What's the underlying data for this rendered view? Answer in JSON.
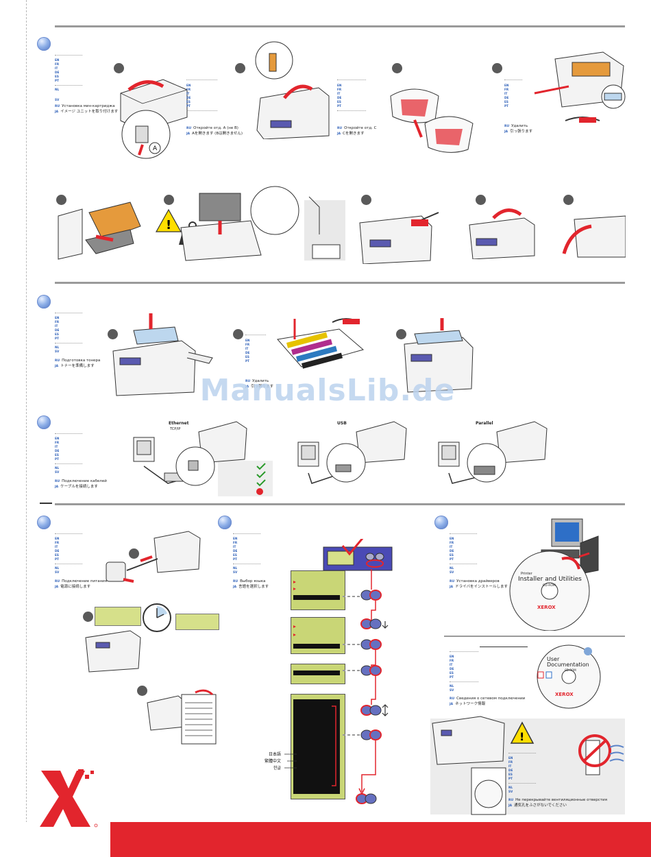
{
  "watermark": "ManualsLib.de",
  "logo": {
    "name": "Xerox X logo",
    "color": "#e2252d"
  },
  "colors": {
    "accent_red": "#e2252d",
    "rule_gray": "#9a9a9a",
    "lang_blue": "#2d5fb8",
    "lcd_green": "#d6e08a"
  },
  "lang_codes_short": [
    "EN",
    "FR",
    "IT",
    "DE",
    "ES",
    "PT"
  ],
  "lang_codes_mid": [
    "NL",
    "SV"
  ],
  "lang_codes_ru_ja": [
    "RU",
    "JA"
  ],
  "steps": {
    "install_cartridge": {
      "ru": "Установка мин-картриджа",
      "ja": "イメージ ユニットを取り付けます"
    },
    "open_a": {
      "ru": "Откройте отд. A (не B)",
      "ja": "Aを開きます (Bは開きません)"
    },
    "open_c": {
      "ru": "Откройте отд. C",
      "ja": "Cを開きます"
    },
    "remove": {
      "ru": "Удалить",
      "ja": "引っ張ります"
    },
    "load_toner": {
      "ru": "Подготовка тонера",
      "ja": "トナーを準備します"
    },
    "remove_tape": {
      "ru": "Удалить",
      "ja": "引っ張ります"
    },
    "connect_cable": {
      "ru": "Подключение кабелей",
      "ja": "ケーブルを接続します"
    },
    "connect_power": {
      "ru": "Подключение питания",
      "ja": "電源に接続します"
    },
    "select_language": {
      "ru": "Выбор языка",
      "ja": "言語を選択します"
    },
    "install_drivers": {
      "ru": "Установка драйверов",
      "ja": "ドライバをインストールします"
    },
    "network_info": {
      "ru": "Сведения о сетевом подключении",
      "ja": "ネットワーク情報"
    },
    "ventilation": {
      "ru": "Не перекрывайте вентиляционные отверстия",
      "ja": "通気孔をふさがないでください"
    }
  },
  "connections": {
    "ethernet": "Ethernet",
    "tcpip": "TCP/IP",
    "usb": "USB",
    "parallel": "Parallel"
  },
  "cd1": {
    "small": "Printer",
    "title": "Installer and Utilities",
    "sub": "CD-ROM",
    "brand": "XEROX"
  },
  "cd2": {
    "title1": "User",
    "title2": "Documentation",
    "sub": "CD-ROM",
    "brand": "XEROX"
  },
  "languages_list": [
    "日本語",
    "繁體中文",
    "한글"
  ],
  "icons": [
    "check-icon",
    "check-icon",
    "check-icon",
    "error-icon",
    "warning-icon",
    "weight-icon",
    "clock-icon",
    "no-cover-icon"
  ]
}
